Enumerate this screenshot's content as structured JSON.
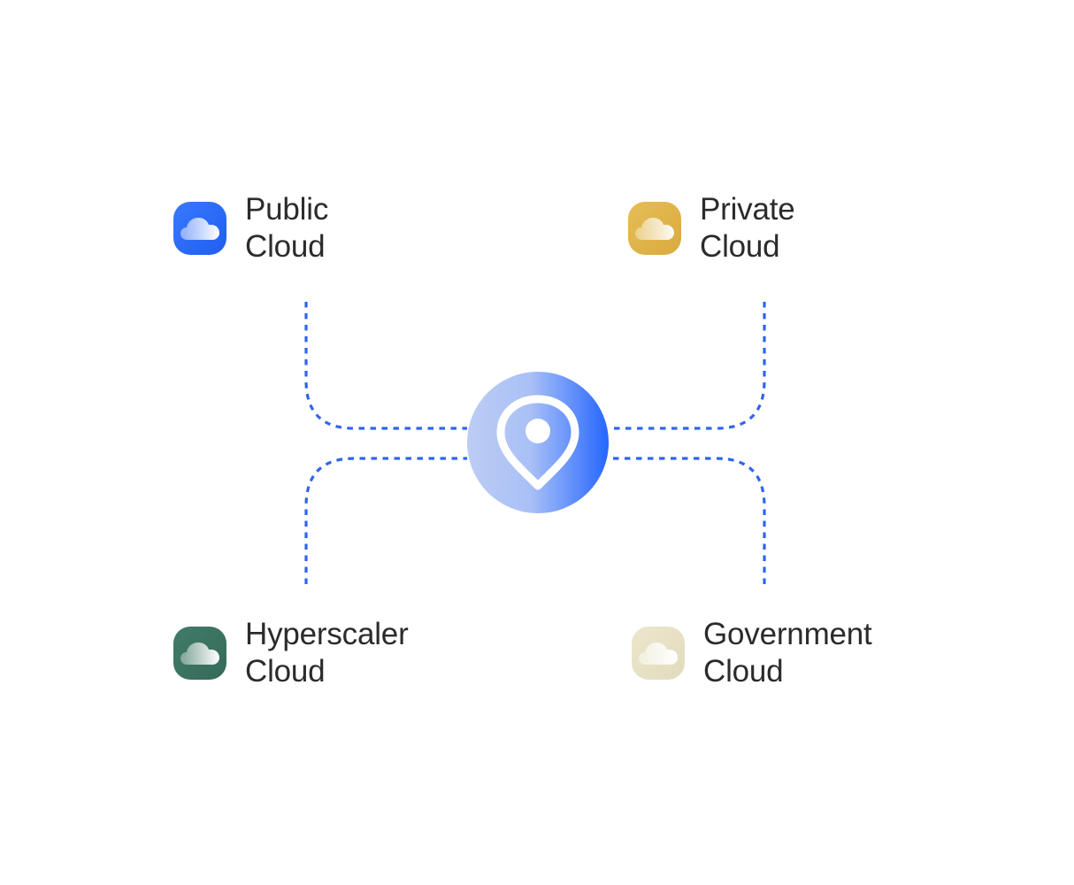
{
  "colors": {
    "connector": "#2f64f0",
    "label_text": "#2b2b2b",
    "hub_gradient_start": "#b7c9f5",
    "hub_gradient_end": "#2566ff"
  },
  "hub": {
    "icon": "location-pin-icon"
  },
  "nodes": [
    {
      "id": "public",
      "line1": "Public",
      "line2": "Cloud",
      "icon": "cloud-icon",
      "color": "#2566f4"
    },
    {
      "id": "private",
      "line1": "Private",
      "line2": "Cloud",
      "icon": "cloud-icon",
      "color": "#e2b64e"
    },
    {
      "id": "hyperscaler",
      "line1": "Hyperscaler",
      "line2": "Cloud",
      "icon": "cloud-icon",
      "color": "#3b7261"
    },
    {
      "id": "government",
      "line1": "Government",
      "line2": "Cloud",
      "icon": "cloud-icon",
      "color": "#e8e2c8"
    }
  ]
}
